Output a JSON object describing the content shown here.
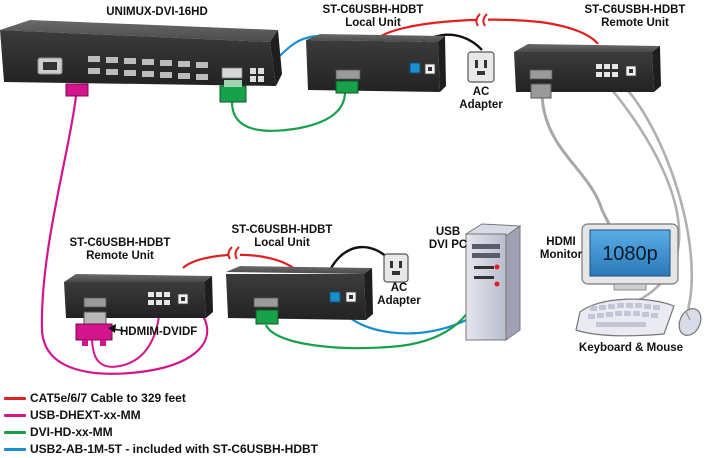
{
  "labels": {
    "main_unit": "UNIMUX-DVI-16HD",
    "top_local_title": "ST-C6USBH-HDBT",
    "top_local_sub": "Local Unit",
    "top_remote_title": "ST-C6USBH-HDBT",
    "top_remote_sub": "Remote Unit",
    "ac_adapter_top_1": "AC",
    "ac_adapter_top_2": "Adapter",
    "bottom_remote_title": "ST-C6USBH-HDBT",
    "bottom_remote_sub": "Remote Unit",
    "bottom_local_title": "ST-C6USBH-HDBT",
    "bottom_local_sub": "Local Unit",
    "ac_adapter_bottom_1": "AC",
    "ac_adapter_bottom_2": "Adapter",
    "pc_1": "USB",
    "pc_2": "DVI PC",
    "monitor_1": "HDMI",
    "monitor_2": "Monitor",
    "monitor_screen": "1080p",
    "adapter_label": "HDMIM-DVIDF",
    "keyboard_mouse": "Keyboard & Mouse"
  },
  "legend": [
    {
      "color": "#e02020",
      "text": "CAT5e/6/7 Cable to 329 feet"
    },
    {
      "color": "#d4148c",
      "text": "USB-DHEXT-xx-MM"
    },
    {
      "color": "#18a04a",
      "text": "DVI-HD-xx-MM"
    },
    {
      "color": "#1a8fd0",
      "text": "USB2-AB-1M-5T - included with ST-C6USBH-HDBT"
    }
  ],
  "colors": {
    "cat_cable": "#e02020",
    "usb_extender": "#d4148c",
    "dvi_cable": "#18a04a",
    "usb_cable": "#1a8fd0",
    "device_body": "#3a3a3a",
    "monitor_screen": "#2f88c8"
  }
}
